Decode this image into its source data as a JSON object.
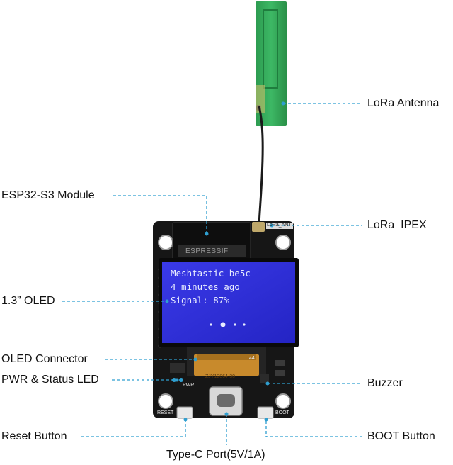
{
  "callouts": {
    "lora_antenna": "LoRa Antenna",
    "esp32_module": "ESP32-S3 Module",
    "lora_ipex": "LoRa_IPEX",
    "oled": "1.3” OLED",
    "oled_connector": "OLED Connector",
    "pwr_status_led": "PWR & Status LED",
    "buzzer": "Buzzer",
    "reset_button": "Reset Button",
    "boot_button": "BOOT Button",
    "type_c_port": "Type-C Port(5V/1A)"
  },
  "oled_screen": {
    "line1": "Meshtastic be5c",
    "line2": "4 minutes ago",
    "line3": "Signal: 87%"
  },
  "board_silkscreen": {
    "brand": "ESPRESSIF",
    "ant_label": "LoRa_ANT",
    "reset": "RESET",
    "boot": "BOOT",
    "pwr": "PWR",
    "flex_label": "ZJY12864-30",
    "pin_count": "44"
  },
  "colors": {
    "callout_line": "#2f9fd0",
    "pcb": "#161616",
    "antenna_green": "#2ea055",
    "oled_blue": "#2f2fe0",
    "flex_orange": "#c88a2c"
  }
}
